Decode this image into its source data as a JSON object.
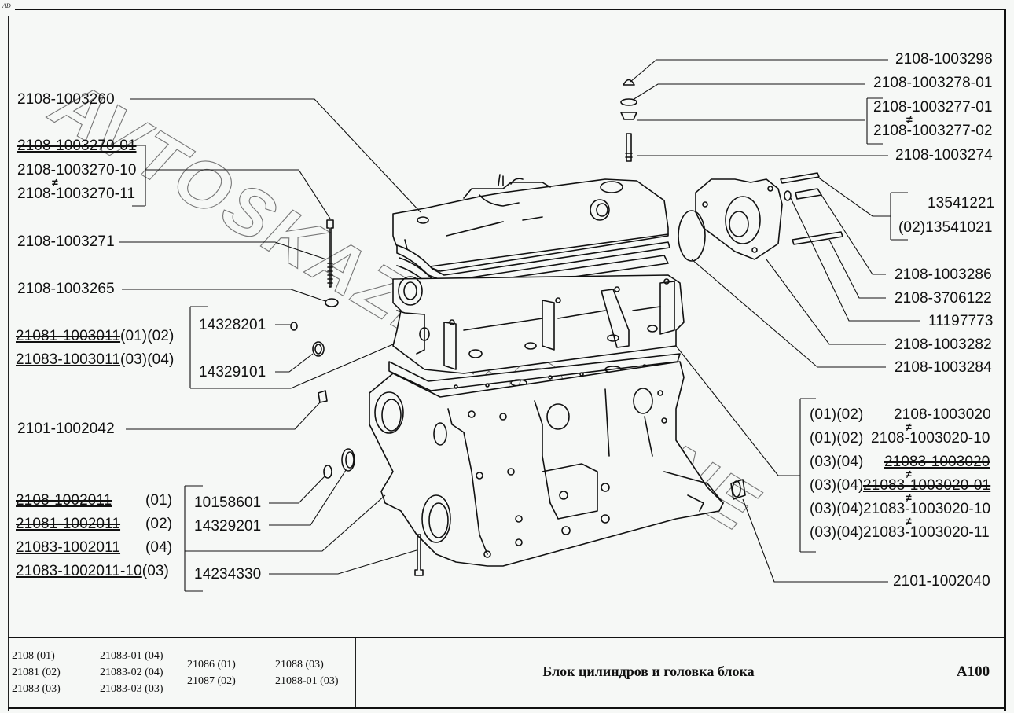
{
  "sheet": {
    "corner_mark": "AD",
    "title": "Блок цилиндров и головка блока",
    "code": "A100",
    "watermark": "AVTOSKAZKA.ONLINE"
  },
  "models": {
    "col1": [
      "2108 (01)",
      "21081 (02)",
      "21083 (03)"
    ],
    "col2": [
      "21083-01 (04)",
      "21083-02 (04)",
      "21083-03 (03)"
    ],
    "col3": [
      "21086 (01)",
      "21087 (02)"
    ],
    "col4": [
      "21088 (03)",
      "21088-01 (03)"
    ]
  },
  "callouts_left": {
    "head_cover": "2108-1003260",
    "bolt_group": {
      "a": "2108-1003270-01",
      "b": "2108-1003270-10",
      "c": "2108-1003270-11",
      "neq": "≠"
    },
    "cover_bolt": "2108-1003271",
    "washer": "2108-1003265",
    "head_group": {
      "a_code": "21081-1003011",
      "a_var": "(01)(02)",
      "b_code": "21083-1003011",
      "b_var": "(03)(04)",
      "plug": "14328201",
      "seal": "14329101"
    },
    "bushing": "2101-1002042",
    "block_group": {
      "rows": [
        {
          "code": "2108-1002011",
          "var": "(01)",
          "style": "strike"
        },
        {
          "code": "21081-1002011",
          "var": "(02)",
          "style": "strike"
        },
        {
          "code": "21083-1002011",
          "var": "(04)",
          "style": "under"
        },
        {
          "code": "21083-1002011-10",
          "var": "(03)",
          "style": "under"
        }
      ],
      "plug": "10158601",
      "seal": "14329201",
      "bolt": "14234330"
    }
  },
  "callouts_right": {
    "nut": "2108-1003298",
    "washer": "2108-1003278-01",
    "grommet_group": {
      "a": "2108-1003277-01",
      "b": "2108-1003277-02",
      "neq": "≠"
    },
    "stud": "2108-1003274",
    "stud_group": {
      "a": "13541221",
      "b": "(02)13541021"
    },
    "bolt": "2108-1003286",
    "washer2": "2108-3706122",
    "stud2": "11197773",
    "housing": "2108-1003282",
    "oring": "2108-1003284",
    "gasket_group": {
      "rows": [
        {
          "var": "(01)(02)",
          "code": "2108-1003020"
        },
        {
          "var": "(01)(02)",
          "code": "2108-1003020-10"
        },
        {
          "var": "(03)(04)",
          "code": "21083-1003020"
        },
        {
          "var": "(03)(04)",
          "code": "21083-1003020-01"
        },
        {
          "var": "(03)(04)",
          "code": "21083-1003020-10"
        },
        {
          "var": "(03)(04)",
          "code": "21083-1003020-11"
        }
      ],
      "neq": "≠"
    },
    "sleeve": "2101-1002040"
  }
}
